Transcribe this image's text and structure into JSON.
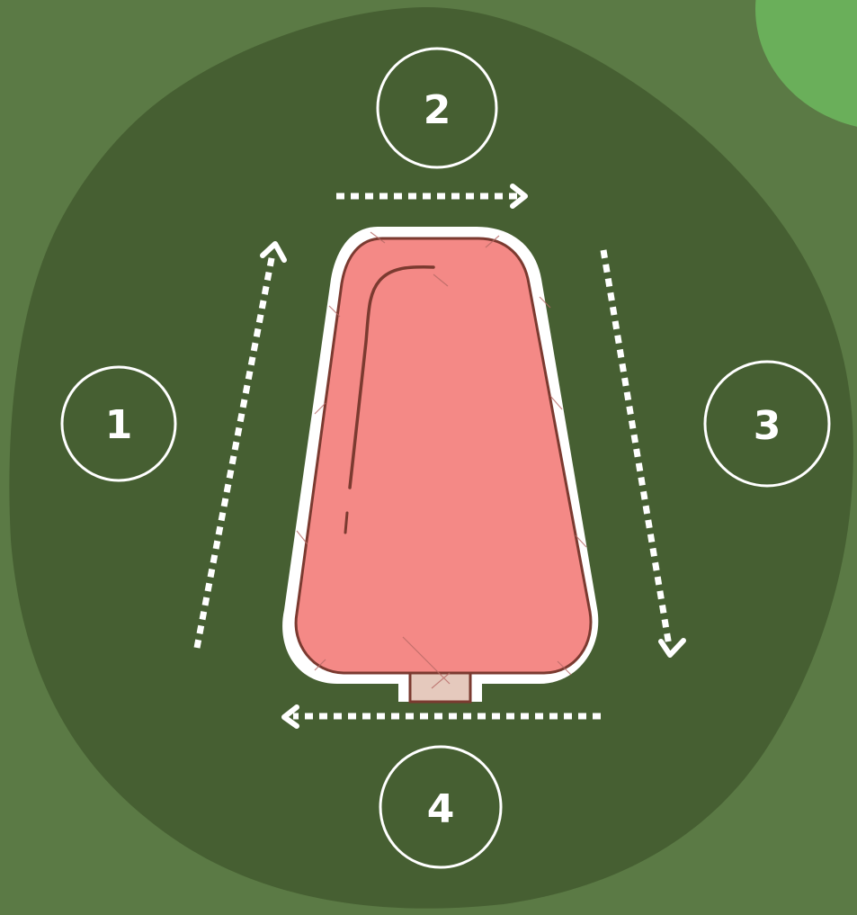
{
  "colors": {
    "background_light": "#5b7a45",
    "background_dark": "#465f32",
    "corner_accent": "#6aaf5a",
    "popsicle_fill": "#f48986",
    "popsicle_outline": "#7b3a30",
    "stick_fill": "#e5c9bd",
    "guide_white": "#ffffff"
  },
  "icons": {
    "arrows": "dotted-arrow",
    "markers": "numbered-circle"
  },
  "steps": [
    {
      "label": "1",
      "arrow_direction": "up"
    },
    {
      "label": "2",
      "arrow_direction": "right"
    },
    {
      "label": "3",
      "arrow_direction": "down"
    },
    {
      "label": "4",
      "arrow_direction": "left"
    }
  ]
}
